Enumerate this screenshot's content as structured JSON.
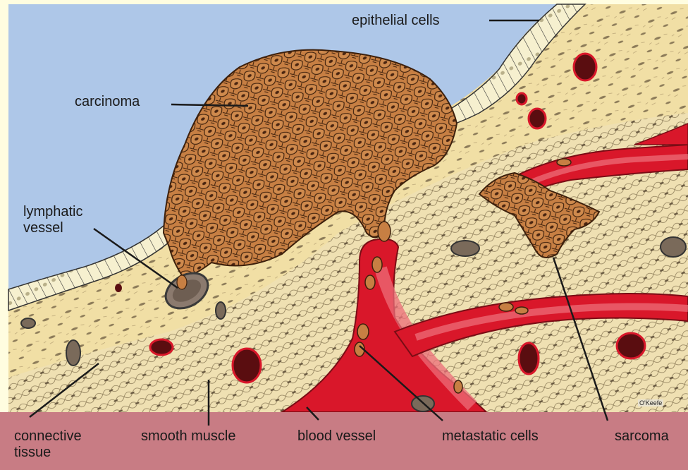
{
  "labels": {
    "epithelial_cells": "epithelial cells",
    "carcinoma": "carcinoma",
    "lymphatic_vessel_line1": "lymphatic",
    "lymphatic_vessel_line2": "vessel",
    "connective_tissue_line1": "connective",
    "connective_tissue_line2": "tissue",
    "smooth_muscle": "smooth muscle",
    "blood_vessel": "blood vessel",
    "metastatic_cells": "metastatic cells",
    "sarcoma": "sarcoma"
  },
  "signature": "O'Keefe",
  "colors": {
    "lumen": "#aec7e8",
    "connective_tissue": "#f1dfa5",
    "muscle": "#efe0b2",
    "epithelium": "#f6f0cf",
    "tumor_cell": "#c77f43",
    "tumor_outline": "#3d200c",
    "blood": "#d9172a",
    "blood_light": "#ec6d78",
    "label_band": "#c87c84",
    "frame": "#fffde0"
  }
}
